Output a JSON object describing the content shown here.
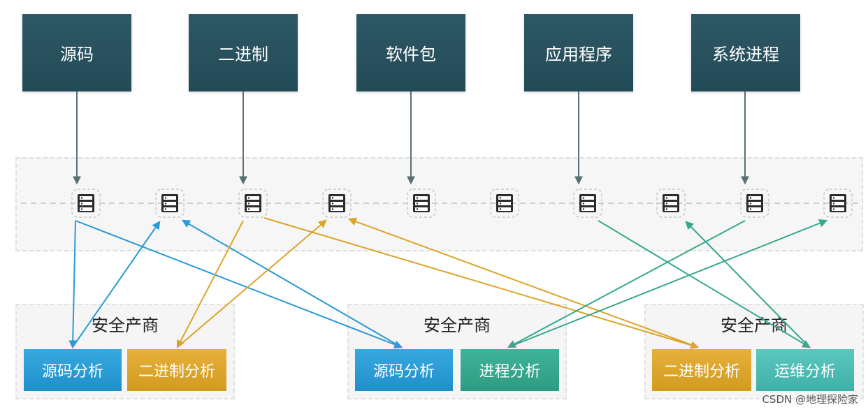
{
  "sources": [
    "源码",
    "二进制",
    "软件包",
    "应用程序",
    "系统进程"
  ],
  "vendor_title": "安全产商",
  "vendors": [
    {
      "title": "安全产商",
      "tools": [
        "源码分析",
        "二进制分析"
      ]
    },
    {
      "title": "安全产商",
      "tools": [
        "源码分析",
        "进程分析"
      ]
    },
    {
      "title": "安全产商",
      "tools": [
        "二进制分析",
        "运维分析"
      ]
    }
  ],
  "watermark": "CSDN @地理探险家",
  "colors": {
    "source_box": "#2a5361",
    "blue": "#2b9ad6",
    "gold": "#dca52a",
    "green": "#35a88e",
    "teal": "#4dbdb5",
    "arrow_dark": "#5a6f76"
  },
  "icons": {
    "node": "server-icon"
  }
}
